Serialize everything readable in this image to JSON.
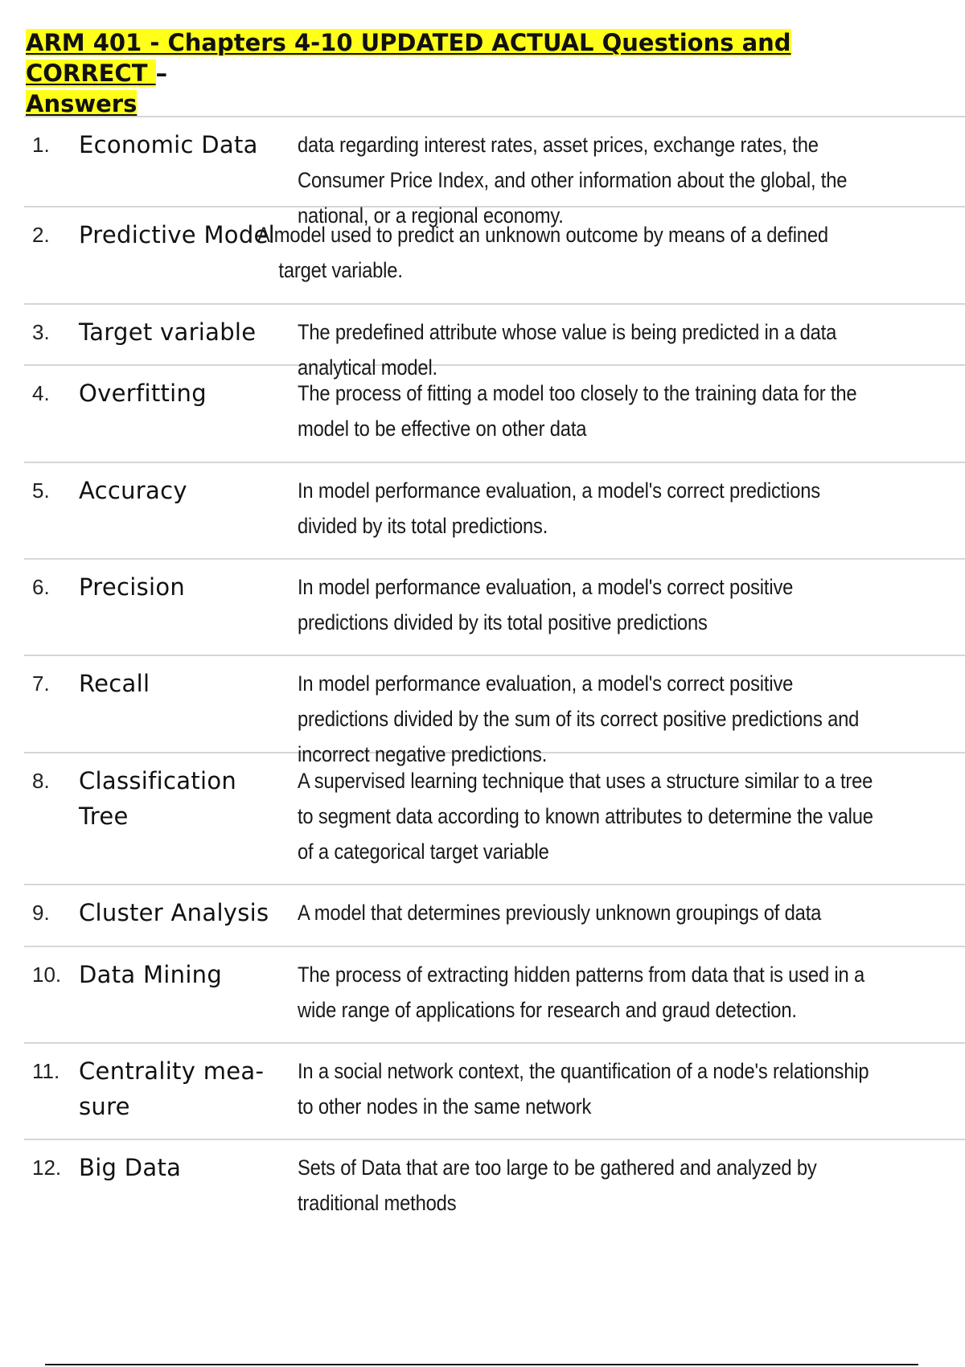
{
  "document": {
    "title_main": "ARM 401 - Chapters 4-10 UPDATED ACTUAL Questions and CORRECT ",
    "title_dash": "–",
    "title_end": "Answers",
    "cards": [
      {
        "num": "1.",
        "term": "Economic Data",
        "definition": "data regarding interest rates, asset prices, exchange rates, the Consumer Price Index, and other information about the global, the national, or a regional economy."
      },
      {
        "num": "2.",
        "term": "Predictive Model",
        "definition": "A model used to predict an unknown outcome by means of a defined target variable."
      },
      {
        "num": "3.",
        "term": "Target variable",
        "definition": "The predefined attribute whose value is being predicted in a data analytical model."
      },
      {
        "num": "4.",
        "term": "Overfitting",
        "definition": "The process of fitting a model too closely to the training data for the model to be effective on other data"
      },
      {
        "num": "5.",
        "term": "Accuracy",
        "definition": "In model performance evaluation, a model's correct predictions divided by its total predictions."
      },
      {
        "num": "6.",
        "term": "Precision",
        "definition": "In model performance evaluation, a model's correct positive predictions divided by its total positive predictions"
      },
      {
        "num": "7.",
        "term": "Recall",
        "definition": "In model performance evaluation, a model's correct positive predictions divided by the sum of its correct positive predictions and incorrect negative predictions."
      },
      {
        "num": "8.",
        "term": "Classification Tree",
        "definition": "A supervised learning technique that uses a structure similar to a tree to segment data according to known attributes to determine the value of a categorical target variable"
      },
      {
        "num": "9.",
        "term": "Cluster Analysis",
        "definition": "A model that determines previously unknown groupings of data"
      },
      {
        "num": "10.",
        "term": "Data Mining",
        "definition": "The process of extracting hidden patterns from data that is used in a wide range of applications for research and graud detection."
      },
      {
        "num": "11.",
        "term": "Centrality mea- sure",
        "definition": "In a social network context, the quantification of a node's relationship to other nodes in the same network"
      },
      {
        "num": "12.",
        "term": "Big Data",
        "definition": "Sets of Data that are too large to be gathered and analyzed by traditional methods"
      }
    ]
  }
}
